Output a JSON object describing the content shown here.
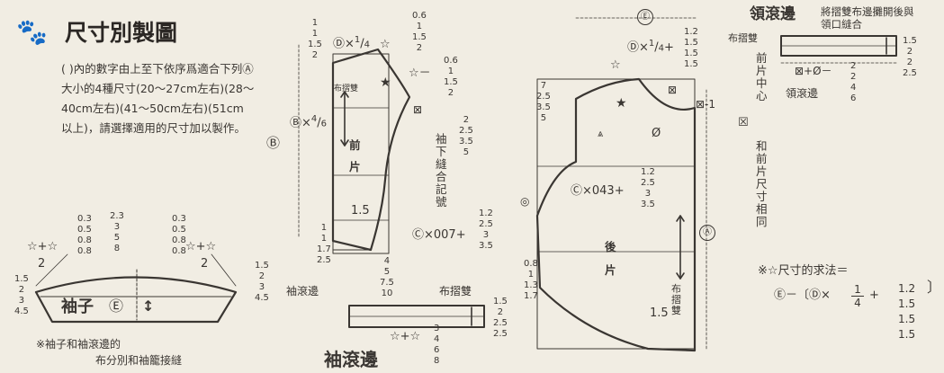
{
  "title": "尺寸別製圖",
  "intro": "( )內的數字由上至下依序爲適合下列Ⓐ大小的4種尺寸(20～27cm左右)(28～40cm左右)(41～50cm左右)(51cm以上)，請選擇適用的尺寸加以製作。",
  "sleeve_cuff_title": "袖滾邊",
  "collar_title": "領滾邊",
  "sleeve_label": "袖子",
  "sleeve_letter": "Ⓔ",
  "front_label": [
    "前",
    "片"
  ],
  "back_label": [
    "後",
    "片"
  ],
  "fold_label": "布摺雙",
  "fold_text": "布摺雙",
  "fold_vertical": [
    "布",
    "摺",
    "雙"
  ],
  "collar_note": "將摺雙布邊攤開後與領口縫合",
  "front_center": [
    "前",
    "片",
    "中",
    "心"
  ],
  "same_as_front": [
    "和",
    "前",
    "片",
    "尺",
    "寸",
    "相",
    "同"
  ],
  "sleeve_mark": [
    "袖",
    "下",
    "縫",
    "合",
    "記",
    "號"
  ],
  "sleeve_note_1": "※袖子和袖滾邊的",
  "sleeve_note_2": "布分別和袖籠接縫",
  "star_method": "※☆尺寸的求法＝",
  "star_formula": "Ⓔ－〔Ⓓ×",
  "frac_num": "1",
  "frac_den": "4",
  "plus": "+",
  "cols": {
    "front_top": [
      "1",
      "1",
      "1.5",
      "2"
    ],
    "front_neck": [
      "0.6",
      "1",
      "1.5",
      "2"
    ],
    "front_side": [
      "0.6",
      "1",
      "1.5",
      "2"
    ],
    "front_bottom": [
      "1",
      "1",
      "1.7",
      "2.5"
    ],
    "sleeve_mark": [
      "2",
      "2.5",
      "3.5",
      "5"
    ],
    "c_front": [
      "1.2",
      "2.5",
      "3",
      "3.5"
    ],
    "hem_small": [
      "4",
      "5",
      "7.5",
      "10"
    ],
    "sleeve_cap_1": [
      "0.3",
      "0.5",
      "0.8",
      "0.8"
    ],
    "sleeve_cap_2": [
      "2.3",
      "3",
      "5",
      "8"
    ],
    "sleeve_cap_3": [
      "0.3",
      "0.5",
      "0.8",
      "0.8"
    ],
    "sleeve_left": [
      "1.5",
      "2",
      "3",
      "4.5"
    ],
    "sleeve_right": [
      "1.5",
      "2",
      "3",
      "4.5"
    ],
    "cuff_right": [
      "1.5",
      "2",
      "2.5",
      "2.5"
    ],
    "cuff_under": [
      "3",
      "4",
      "6",
      "8"
    ],
    "back_top": [
      "1.2",
      "1.5",
      "1.5",
      "1.5"
    ],
    "back_left": [
      "7",
      "2.5",
      "3.5",
      "5"
    ],
    "back_c": [
      "1.2",
      "2.5",
      "3",
      "3.5"
    ],
    "back_hem": [
      "0.8",
      "1",
      "1.3",
      "1.7"
    ],
    "collar_w": [
      "1.5",
      "2",
      "2",
      "2.5"
    ],
    "collar_len": [
      "2",
      "2",
      "4",
      "6"
    ],
    "star": [
      "1.2",
      "1.5",
      "1.5",
      "1.5"
    ]
  },
  "labels": {
    "d_quarter_front": "Ⓓ×",
    "b_frac": "Ⓑ×",
    "b_num": "4",
    "b_den": "6",
    "quarter_num": "1",
    "quarter_den": "4",
    "c_x007": "Ⓒ×007+",
    "c_x043": "Ⓒ×043+",
    "d_plus": "Ⓓ×",
    "star_plus": "☆+☆",
    "star_half": "2",
    "cross_phi": "⊠+Ø－",
    "one_five": "1.5",
    "minus_one": "⊠-1",
    "phi": "Ø",
    "letter_a": "Ⓐ",
    "letter_b": "Ⓑ",
    "letter_e": "Ⓔ",
    "minus": "－",
    "plus_sign": "+",
    "e_minus": "－",
    "one": "1"
  }
}
